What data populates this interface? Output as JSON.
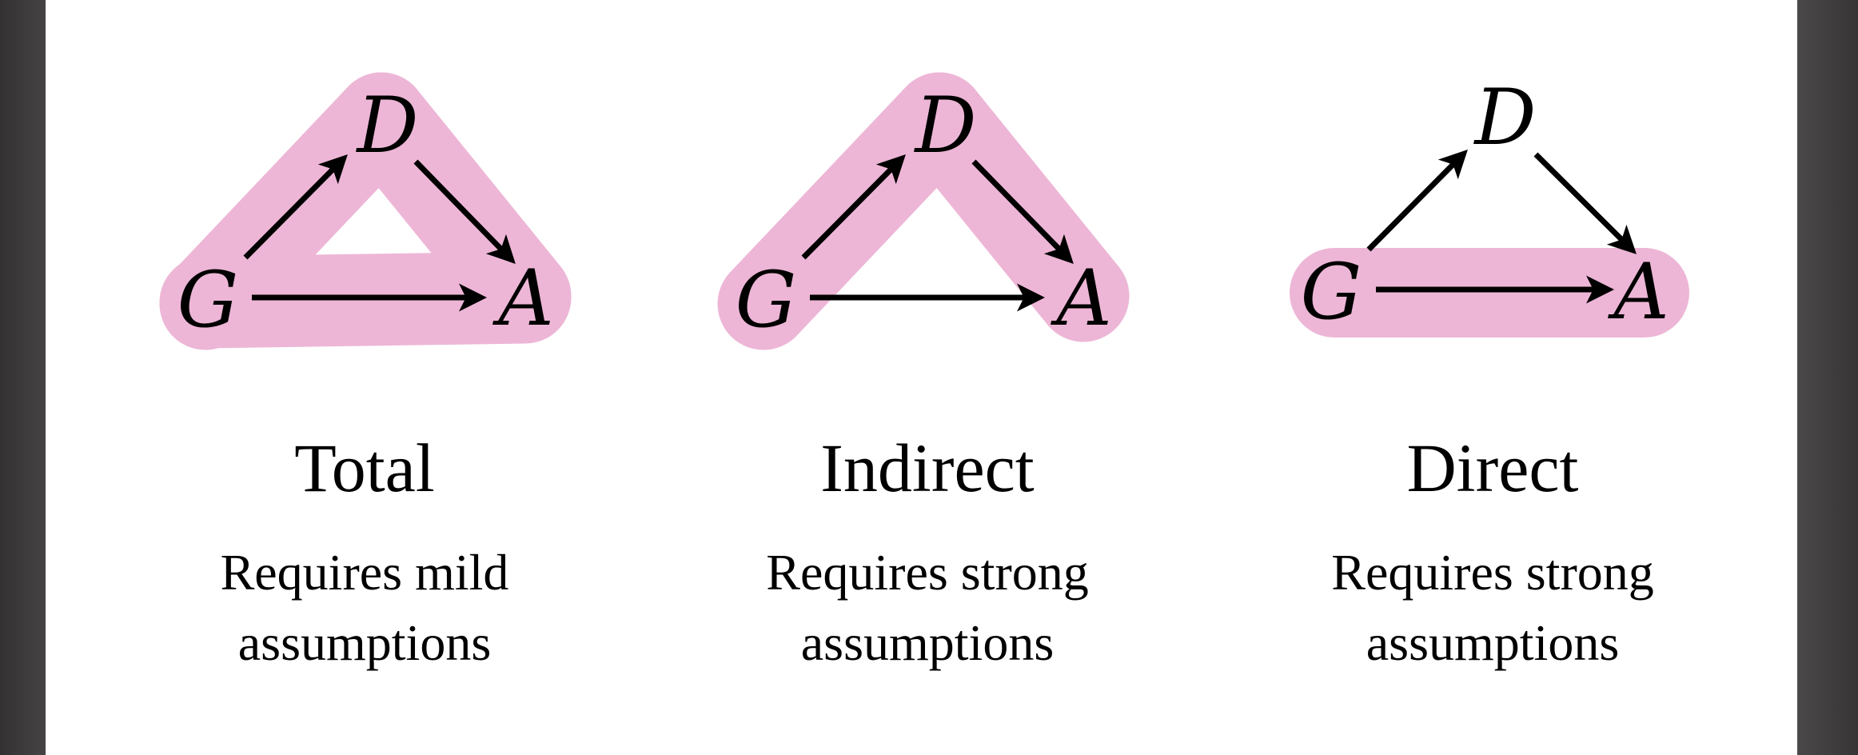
{
  "colors": {
    "highlight": "#e79bc7",
    "arrow": "#000000",
    "background": "#ffffff"
  },
  "diagrams": [
    {
      "id": "total",
      "title": "Total",
      "subtitle_line1": "Requires mild",
      "subtitle_line2": "assumptions",
      "highlighted_paths": [
        [
          "G",
          "D",
          "A"
        ],
        [
          "G",
          "A"
        ]
      ],
      "nodes": {
        "G": "G",
        "D": "D",
        "A": "A"
      },
      "edges": [
        [
          "G",
          "D"
        ],
        [
          "D",
          "A"
        ],
        [
          "G",
          "A"
        ]
      ]
    },
    {
      "id": "indirect",
      "title": "Indirect",
      "subtitle_line1": "Requires strong",
      "subtitle_line2": "assumptions",
      "highlighted_paths": [
        [
          "G",
          "D",
          "A"
        ]
      ],
      "nodes": {
        "G": "G",
        "D": "D",
        "A": "A"
      },
      "edges": [
        [
          "G",
          "D"
        ],
        [
          "D",
          "A"
        ],
        [
          "G",
          "A"
        ]
      ]
    },
    {
      "id": "direct",
      "title": "Direct",
      "subtitle_line1": "Requires strong",
      "subtitle_line2": "assumptions",
      "highlighted_paths": [
        [
          "G",
          "A"
        ]
      ],
      "nodes": {
        "G": "G",
        "D": "D",
        "A": "A"
      },
      "edges": [
        [
          "G",
          "D"
        ],
        [
          "D",
          "A"
        ],
        [
          "G",
          "A"
        ]
      ]
    }
  ]
}
